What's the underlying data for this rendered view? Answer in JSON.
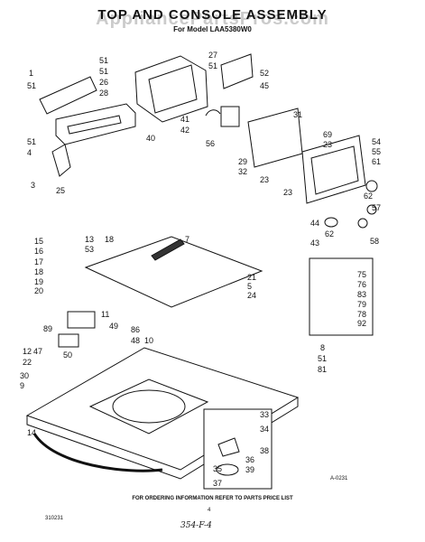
{
  "header": {
    "title": "TOP AND CONSOLE ASSEMBLY",
    "subtitle": "For Model LAA5380W0",
    "watermark": "AppliancePartsPros.com"
  },
  "callouts": {
    "c1": "1",
    "c51a": "51",
    "c51b": "51",
    "c51c": "51",
    "c51d": "51",
    "c51e": "51",
    "c26": "26",
    "c28": "28",
    "c27": "27",
    "c52": "52",
    "c45": "45",
    "c41": "41",
    "c42": "42",
    "c40": "40",
    "c56": "56",
    "c31": "31",
    "c69": "69",
    "c23a": "23",
    "c23b": "23",
    "c23c": "23",
    "c54": "54",
    "c55": "55",
    "c61": "61",
    "c29": "29",
    "c32": "32",
    "c57": "57",
    "c44": "44",
    "c43": "43",
    "c62a": "62",
    "c62b": "62",
    "c58": "58",
    "c4": "4",
    "c3": "3",
    "c25": "25",
    "c13": "13",
    "c18a": "18",
    "c7": "7",
    "c15": "15",
    "c53": "53",
    "c16": "16",
    "c17": "17",
    "c18b": "18",
    "c19": "19",
    "c20": "20",
    "c21": "21",
    "c5": "5",
    "c24": "24",
    "c11": "11",
    "c75": "75",
    "c76": "76",
    "c83": "83",
    "c79": "79",
    "c78": "78",
    "c92": "92",
    "c89": "89",
    "c49": "49",
    "c86": "86",
    "c48": "48",
    "c10": "10",
    "c50": "50",
    "c12": "12",
    "c47": "47",
    "c22": "22",
    "c30": "30",
    "c9": "9",
    "c8": "8",
    "c81": "81",
    "c14": "14",
    "c33": "33",
    "c34": "34",
    "c38": "38",
    "c35": "35",
    "c36": "36",
    "c39": "39",
    "c37": "37"
  },
  "footer": {
    "note": "FOR ORDERING INFORMATION REFER TO PARTS PRICE LIST",
    "code_left": "310231",
    "code_right": "A-0231",
    "page_number": "4",
    "handwritten": "354-F-4"
  }
}
